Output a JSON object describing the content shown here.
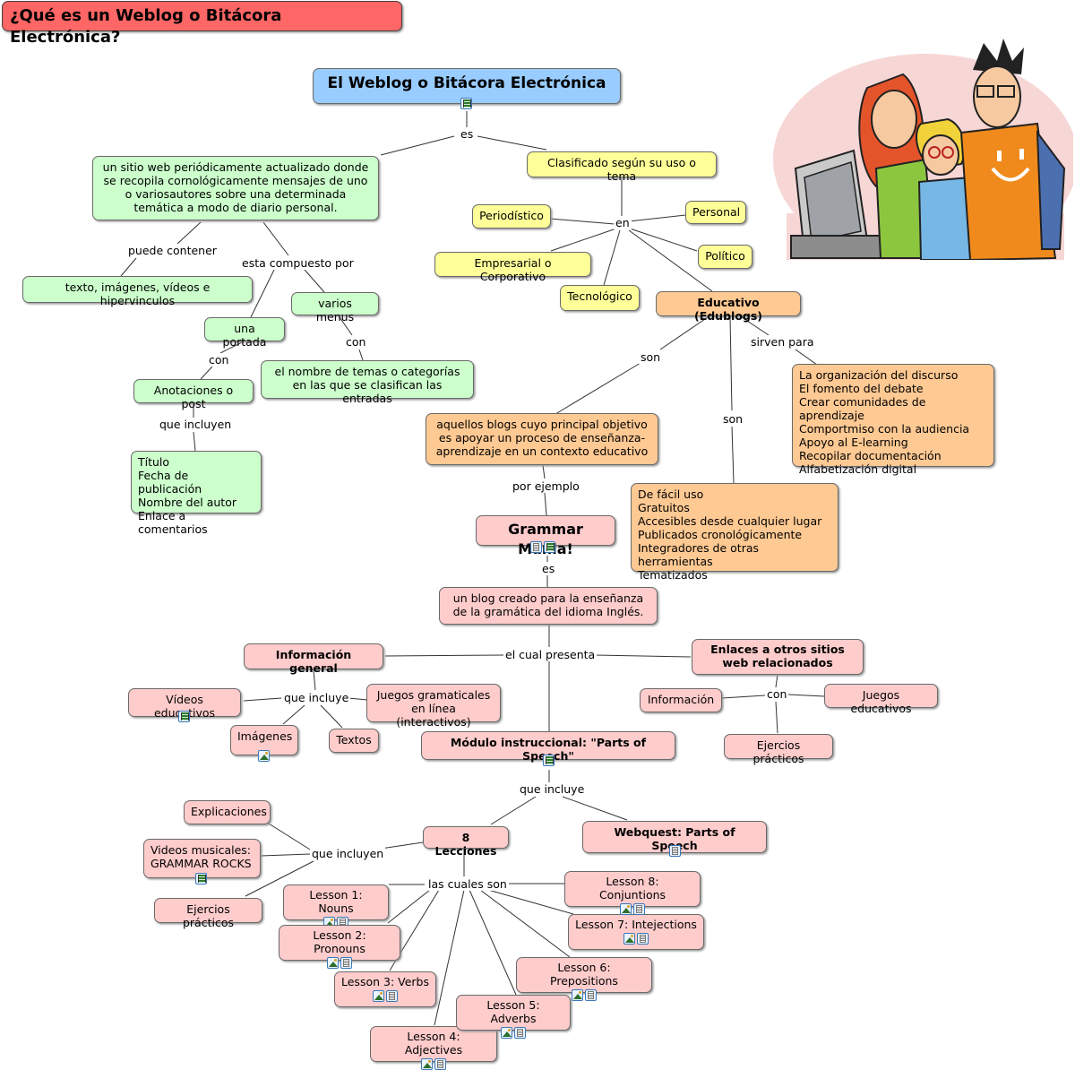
{
  "header": {
    "title": "¿Qué es un Weblog o Bitácora Electrónica?"
  },
  "colors": {
    "green": "#ccffcc",
    "yellow": "#ffff99",
    "orange": "#ffc993",
    "pink": "#ffcccc",
    "blue": "#99ccff",
    "red": "#ff6666"
  },
  "root": {
    "title": "El Weblog o Bitácora Electrónica"
  },
  "definition": {
    "text": "un sitio web periódicamente actualizado donde se recopila cornológicamente mensajes de uno o variosautores sobre una determinada temática a modo de diario personal.",
    "can_contain": "texto, imágenes, vídeos e hipervinculos",
    "portada": "una portada",
    "menus": "varios menus",
    "menus_detail": "el nombre de temas o categorías en las que se clasifican las entradas",
    "posts": "Anotaciones o post",
    "posts_include": "Título\nFecha de publicación\nNombre del autor\nEnlace a comentarios"
  },
  "classification": {
    "text": "Clasificado según su uso o tema",
    "types": {
      "periodistico": "Periodístico",
      "personal": "Personal",
      "empresarial": "Empresarial o Corporativo",
      "politico": "Político",
      "tecnologico": "Tecnológico",
      "educativo": "Educativo (Edublogs)"
    }
  },
  "edublogs": {
    "purpose": "aquellos blogs cuyo principal objetivo es apoyar un proceso de enseñanza-aprendizaje en un contexto educativo",
    "uses": "La organización del discurso\nEl fomento del debate\nCrear comunidades de aprendizaje\nComportmiso con la audiencia\nApoyo al E-learning\nRecopilar documentación\nAlfabetización digital",
    "traits": "De fácil uso\nGratuitos\nAccesibles desde cualquier lugar\nPublicados cronológicamente\nIntegradores de otras herramientas\nTematizados"
  },
  "grammar": {
    "title": "Grammar Mania!",
    "desc": "un blog creado para la enseñanza de la gramática del idioma Inglés.",
    "info": "Información general",
    "info_items": {
      "videos": "Vídeos educativos",
      "games": "Juegos gramaticales en línea (interactivos)",
      "images": "Imágenes",
      "texts": "Textos"
    },
    "links": "Enlaces a otros sitios web relacionados",
    "links_items": {
      "info": "Información",
      "games": "Juegos educativos",
      "exercises": "Ejercios prácticos"
    },
    "module": "Módulo instruccional: \"Parts of Speech\"",
    "lessons_title": "8 Lecciones",
    "webquest": "Webquest: Parts of Speech",
    "lesson_includes": {
      "explain": "Explicaciones",
      "music": "Videos musicales: GRAMMAR ROCKS",
      "exercises": "Ejercios prácticos"
    },
    "lessons": [
      "Lesson 1: Nouns",
      "Lesson 2: Pronouns",
      "Lesson 3: Verbs",
      "Lesson 4: Adjectives",
      "Lesson 5: Adverbs",
      "Lesson 6: Prepositions",
      "Lesson 7: Intejections",
      "Lesson 8: Conjuntions"
    ]
  },
  "links_labels": {
    "es": "es",
    "puede_contener": "puede contener",
    "esta_compuesto_por": "esta compuesto por",
    "con": "con",
    "que_incluyen": "que incluyen",
    "en": "en",
    "son": "son",
    "sirven_para": "sirven para",
    "por_ejemplo": "por ejemplo",
    "el_cual_presenta": "el cual presenta",
    "que_incluye": "que incluye",
    "las_cuales_son": "las cuales son"
  }
}
